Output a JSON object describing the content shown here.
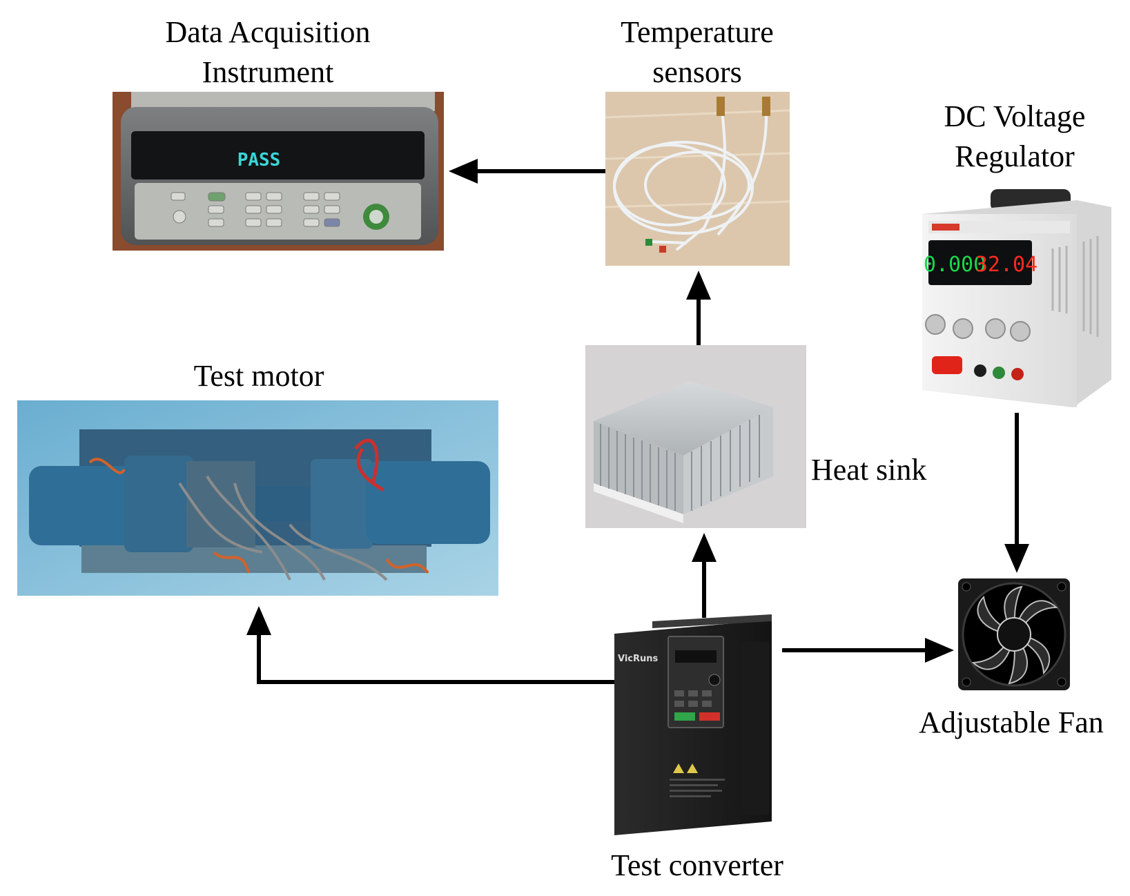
{
  "labels": {
    "daq_line1": "Data Acquisition",
    "daq_line2": "Instrument",
    "temp_line1": "Temperature",
    "temp_line2": "sensors",
    "dc_line1": "DC Voltage",
    "dc_line2": "Regulator",
    "test_motor": "Test motor",
    "heat_sink": "Heat sink",
    "adjustable_fan": "Adjustable Fan",
    "test_converter": "Test converter"
  },
  "display_texts": {
    "daq_screen": "PASS",
    "dc_current": "0.000",
    "dc_voltage": "32.04",
    "converter_brand": "VicRuns"
  },
  "colors": {
    "arrow": "#000000",
    "background": "#ffffff",
    "daq_display": "#3ad6d8",
    "dc_current_display": "#19d84a",
    "dc_voltage_display": "#ff2a20",
    "motor_blue": "#2f6f97",
    "table_blue": "#69aac9",
    "converter_body": "#222222",
    "heat_sink_metal": "#c9cdd0"
  },
  "icons": {
    "daq": "data-acquisition-instrument-icon",
    "sensors": "temperature-sensor-icon",
    "regulator": "dc-voltage-regulator-icon",
    "motor": "test-motor-icon",
    "heatsink": "heat-sink-icon",
    "fan": "adjustable-fan-icon",
    "converter": "test-converter-icon"
  }
}
